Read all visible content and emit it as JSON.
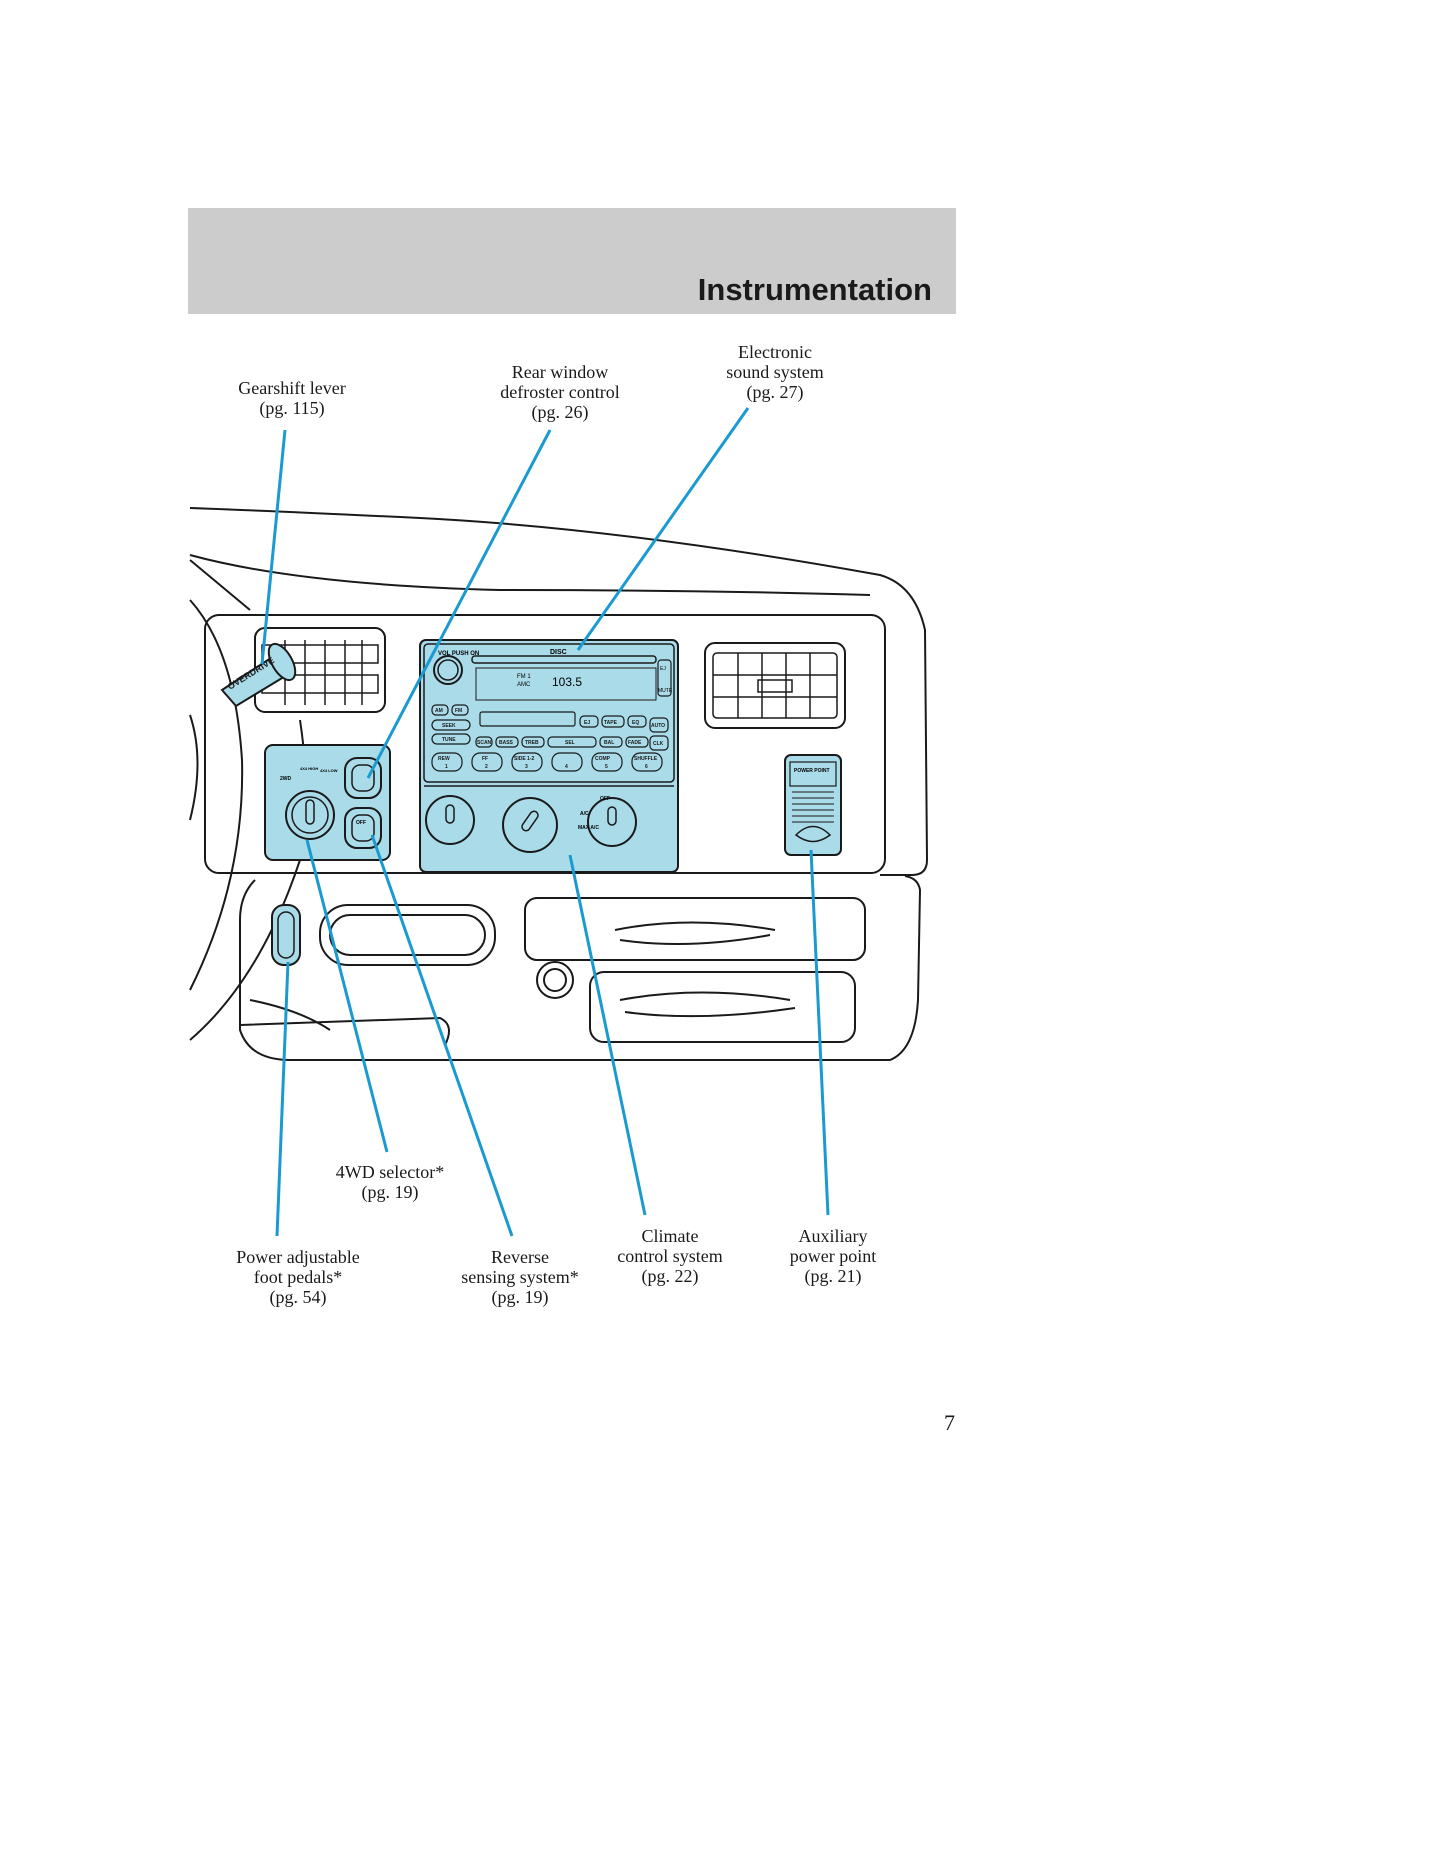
{
  "header": {
    "section_title": "Instrumentation"
  },
  "callouts": {
    "gearshift": {
      "line1": "Gearshift lever",
      "line2": "(pg. 115)"
    },
    "rear_defrost": {
      "line1": "Rear window",
      "line2": "defroster control",
      "line3": "(pg. 26)"
    },
    "sound_system": {
      "line1": "Electronic",
      "line2": "sound system",
      "line3": "(pg. 27)"
    },
    "fourwd": {
      "line1": "4WD selector*",
      "line2": "(pg. 19)"
    },
    "foot_pedals": {
      "line1": "Power adjustable",
      "line2": "foot pedals*",
      "line3": "(pg. 54)"
    },
    "reverse_sensing": {
      "line1": "Reverse",
      "line2": "sensing system*",
      "line3": "(pg. 19)"
    },
    "climate": {
      "line1": "Climate",
      "line2": "control system",
      "line3": "(pg. 22)"
    },
    "aux_power": {
      "line1": "Auxiliary",
      "line2": "power point",
      "line3": "(pg. 21)"
    }
  },
  "diagram_labels": {
    "overdrive": "OVERDRIVE",
    "vol_push_on": "VOL PUSH ON",
    "disc": "DISC",
    "frequency": "103.5",
    "fm_band": "FM 1",
    "amc": "AMC",
    "am": "AM",
    "fm": "FM",
    "seek": "SEEK",
    "tune": "TUNE",
    "scan": "SCAN",
    "bass": "BASS",
    "treb": "TREB",
    "sel": "SEL",
    "bal": "BAL",
    "fade": "FADE",
    "tape": "TAPE",
    "eq": "EQ",
    "auto": "AUTO",
    "clk": "CLK",
    "mute": "MUTE",
    "ej": "EJ",
    "rew": "REW",
    "ff": "FF",
    "side": "SIDE 1-2",
    "comp": "COMP",
    "shuffle": "SHUFFLE",
    "preset_1": "1",
    "preset_2": "2",
    "preset_3": "3",
    "preset_4": "4",
    "preset_5": "5",
    "preset_6": "6",
    "off": "OFF",
    "ac": "A/C",
    "max_ac": "MAX A/C",
    "power_point": "POWER POINT",
    "twowd": "2WD",
    "fourhi": "4X4 HIGH",
    "fourlo": "4X4 LOW"
  },
  "colors": {
    "highlight": "#a9dbe8",
    "callout_line": "#1a9ad1",
    "header_band": "#cccccc"
  },
  "page": {
    "number": "7"
  }
}
